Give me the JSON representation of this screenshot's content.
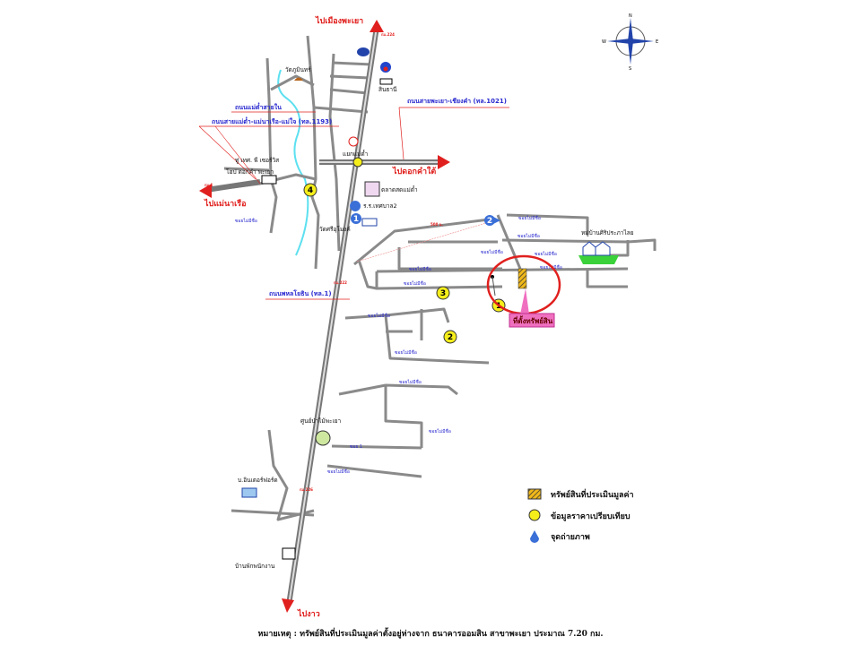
{
  "destinations": {
    "north": "ไปเมืองพะเยา",
    "east": "ไปดอกคำใต้",
    "west": "ไปแม่นาเรือ",
    "south": "ไปงาว"
  },
  "roads": {
    "mae_tam_inner": "ถนนแม่ต๋ำสายใน",
    "route_1193": "ถนนสายแม่ต๋ำ-แม่นาเรือ-แม่ใจ (ทล.1193)",
    "route_1021": "ถนนสายพะเยา-เชียงคำ (ทล.1021)",
    "phahonyothin": "ถนนพหลโยธิน (ทล.1)",
    "soi_unnamed": "ซอยไม่มีชื่อ",
    "soi_1": "ซอย 1",
    "km_224": "กม.224",
    "km_222": "กม.222",
    "km_226": "กม.226",
    "km_1": "กม.1",
    "distance": "500 ม."
  },
  "landmarks": {
    "wat_phumin": "วัดภูมินทร์",
    "sinthani": "สินธานี",
    "tot": "ทู่ เทศ. พี เซอร์วิส",
    "hotel": "โฮป ดอกคำ พะเยา",
    "junction": "แยกแม่ต๋ำ",
    "market": "ตลาดสดแม่ต๋ำ",
    "school": "ร.ร.เทศบาล2",
    "temple": "วัดศรีอุโมงค์",
    "village": "หมู่บ้านศิริประภาไลย",
    "forest_center": "ศูนย์ป่าไม้พะเยา",
    "inter": "บ.อินเตอร์ฟอร์ด",
    "staff_house": "บ้านพักพนักงาน"
  },
  "subject_label": "ที่ตั้งทรัพย์สิน",
  "markers": {
    "comparables": [
      "1",
      "2",
      "3",
      "4"
    ],
    "photo_points": [
      "1",
      "2"
    ]
  },
  "legend": {
    "subject": "ทรัพย์สินที่ประเมินมูลค่า",
    "comparable": "ข้อมูลราคาเปรียบเทียบ",
    "photo": "จุดถ่ายภาพ"
  },
  "compass": {
    "n": "N",
    "s": "S",
    "e": "E",
    "w": "W"
  },
  "note": "หมายเหตุ : ทรัพย์สินที่ประเมินมูลค่าตั้งอยู่ห่างจาก ธนาคารออมสิน สาขาพะเยา ประมาณ  7.20 กม.",
  "colors": {
    "red": "#e0201e",
    "blue": "#2a2ad0",
    "marker_yellow": "#f5ee1a",
    "subject": "#e8a317"
  }
}
